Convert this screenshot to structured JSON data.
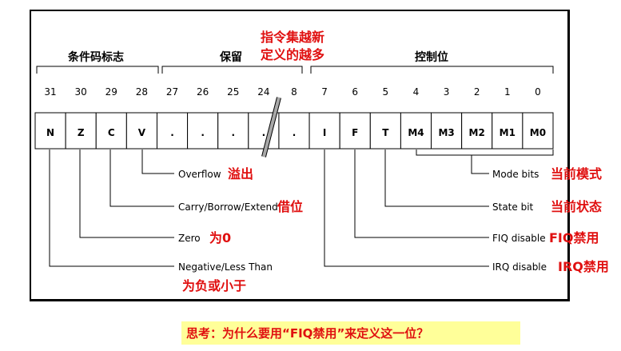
{
  "groups": {
    "flags": "条件码标志",
    "reserved": "保留",
    "control": "控制位"
  },
  "annotation_top": [
    "指令集越新",
    "定义的越多"
  ],
  "bit_numbers": [
    "31",
    "30",
    "29",
    "28",
    "27",
    "26",
    "25",
    "24",
    "8",
    "7",
    "6",
    "5",
    "4",
    "3",
    "2",
    "1",
    "0"
  ],
  "cells": [
    "N",
    "Z",
    "C",
    "V",
    ".",
    ".",
    ".",
    ".",
    ".",
    "I",
    "F",
    "T",
    "M4",
    "M3",
    "M2",
    "M1",
    "M0"
  ],
  "left_labels": [
    {
      "en": "Overflow",
      "zh": "溢出"
    },
    {
      "en": "Carry/Borrow/Extend",
      "zh": "借位"
    },
    {
      "en": "Zero",
      "zh": "为0"
    },
    {
      "en": "Negative/Less Than",
      "zh": "为负或小于"
    }
  ],
  "right_labels": [
    {
      "en": "Mode bits",
      "zh": "当前模式"
    },
    {
      "en": "State bit",
      "zh": "当前状态"
    },
    {
      "en": "FIQ disable",
      "zh_red": "FIQ",
      "zh_rest": "禁用"
    },
    {
      "en": "IRQ disable",
      "zh_red": "IRQ",
      "zh_rest": "禁用"
    }
  ],
  "footer_note": "思考：为什么要用“FIQ禁用”来定义这一位？",
  "colors": {
    "annotation": "#e01010",
    "note_bg": "#ffff99",
    "line": "#000000"
  }
}
